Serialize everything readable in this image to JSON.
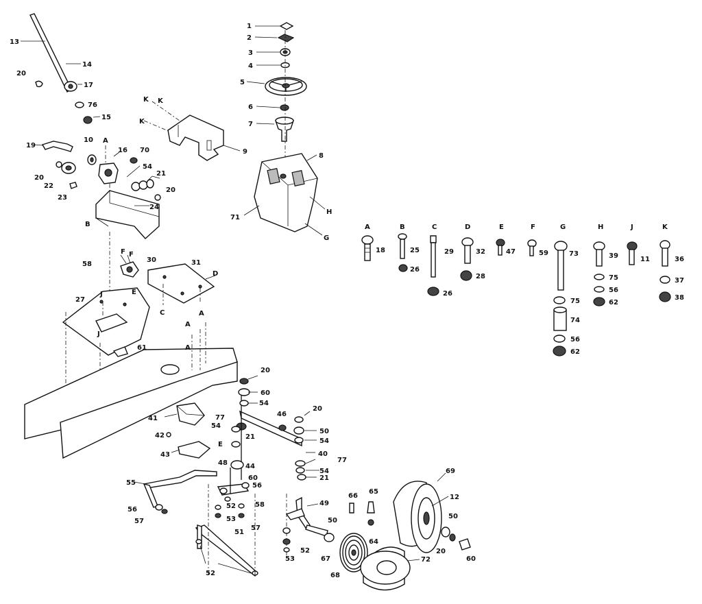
{
  "callouts": [
    {
      "id": "c1",
      "text": "1"
    },
    {
      "id": "c2",
      "text": "2"
    },
    {
      "id": "c3",
      "text": "3"
    },
    {
      "id": "c4",
      "text": "4"
    },
    {
      "id": "c5",
      "text": "5"
    },
    {
      "id": "c6",
      "text": "6"
    },
    {
      "id": "c7",
      "text": "7"
    },
    {
      "id": "c8",
      "text": "8"
    },
    {
      "id": "c9",
      "text": "9"
    },
    {
      "id": "c13",
      "text": "13"
    },
    {
      "id": "c14",
      "text": "14"
    },
    {
      "id": "c20a",
      "text": "20"
    },
    {
      "id": "c17",
      "text": "17"
    },
    {
      "id": "c76",
      "text": "76"
    },
    {
      "id": "c15",
      "text": "15"
    },
    {
      "id": "c19",
      "text": "19"
    },
    {
      "id": "c10",
      "text": "10"
    },
    {
      "id": "cA1",
      "text": "A"
    },
    {
      "id": "c16",
      "text": "16"
    },
    {
      "id": "c70",
      "text": "70"
    },
    {
      "id": "c54a",
      "text": "54"
    },
    {
      "id": "c21a",
      "text": "21"
    },
    {
      "id": "c20b",
      "text": "20"
    },
    {
      "id": "c20c",
      "text": "20"
    },
    {
      "id": "c22",
      "text": "22"
    },
    {
      "id": "c23",
      "text": "23"
    },
    {
      "id": "c24",
      "text": "24"
    },
    {
      "id": "cB1",
      "text": "B"
    },
    {
      "id": "c71",
      "text": "71"
    },
    {
      "id": "cH1",
      "text": "H"
    },
    {
      "id": "cG1",
      "text": "G"
    },
    {
      "id": "cK1",
      "text": "K"
    },
    {
      "id": "cK2",
      "text": "K"
    },
    {
      "id": "cK3",
      "text": "K"
    },
    {
      "id": "c58",
      "text": "58"
    },
    {
      "id": "cF1",
      "text": "F"
    },
    {
      "id": "cF2",
      "text": "F"
    },
    {
      "id": "c30",
      "text": "30"
    },
    {
      "id": "c31",
      "text": "31"
    },
    {
      "id": "cD1",
      "text": "D"
    },
    {
      "id": "cC1",
      "text": "C"
    },
    {
      "id": "c27",
      "text": "27"
    },
    {
      "id": "cJ1",
      "text": "J"
    },
    {
      "id": "cE1",
      "text": "E"
    },
    {
      "id": "cJ2",
      "text": "J"
    },
    {
      "id": "c61",
      "text": "61"
    },
    {
      "id": "cA2",
      "text": "A"
    },
    {
      "id": "cA3",
      "text": "A"
    },
    {
      "id": "cA4",
      "text": "A"
    },
    {
      "id": "hA",
      "text": "A"
    },
    {
      "id": "c18",
      "text": "18"
    },
    {
      "id": "hB",
      "text": "B"
    },
    {
      "id": "c25",
      "text": "25"
    },
    {
      "id": "c26a",
      "text": "26"
    },
    {
      "id": "hC",
      "text": "C"
    },
    {
      "id": "c29",
      "text": "29"
    },
    {
      "id": "c26b",
      "text": "26"
    },
    {
      "id": "hD",
      "text": "D"
    },
    {
      "id": "c32",
      "text": "32"
    },
    {
      "id": "c28",
      "text": "28"
    },
    {
      "id": "hE",
      "text": "E"
    },
    {
      "id": "c47",
      "text": "47"
    },
    {
      "id": "hF",
      "text": "F"
    },
    {
      "id": "c59",
      "text": "59"
    },
    {
      "id": "hG",
      "text": "G"
    },
    {
      "id": "c73",
      "text": "73"
    },
    {
      "id": "c75a",
      "text": "75"
    },
    {
      "id": "c74",
      "text": "74"
    },
    {
      "id": "c56a",
      "text": "56"
    },
    {
      "id": "c62a",
      "text": "62"
    },
    {
      "id": "hH",
      "text": "H"
    },
    {
      "id": "c39",
      "text": "39"
    },
    {
      "id": "c75b",
      "text": "75"
    },
    {
      "id": "c56b",
      "text": "56"
    },
    {
      "id": "c62b",
      "text": "62"
    },
    {
      "id": "hJ",
      "text": "J"
    },
    {
      "id": "c11",
      "text": "11"
    },
    {
      "id": "hK",
      "text": "K"
    },
    {
      "id": "c36",
      "text": "36"
    },
    {
      "id": "c37",
      "text": "37"
    },
    {
      "id": "c38",
      "text": "38"
    },
    {
      "id": "c20d",
      "text": "20"
    },
    {
      "id": "c60a",
      "text": "60"
    },
    {
      "id": "c54b",
      "text": "54"
    },
    {
      "id": "c46",
      "text": "46"
    },
    {
      "id": "c20e",
      "text": "20"
    },
    {
      "id": "c41",
      "text": "41"
    },
    {
      "id": "c77a",
      "text": "77"
    },
    {
      "id": "c54c",
      "text": "54"
    },
    {
      "id": "c50a",
      "text": "50"
    },
    {
      "id": "c54d",
      "text": "54"
    },
    {
      "id": "c21b",
      "text": "21"
    },
    {
      "id": "c42",
      "text": "42"
    },
    {
      "id": "cE2",
      "text": "E"
    },
    {
      "id": "c40",
      "text": "40"
    },
    {
      "id": "c77b",
      "text": "77"
    },
    {
      "id": "c43",
      "text": "43"
    },
    {
      "id": "c44",
      "text": "44"
    },
    {
      "id": "c54e",
      "text": "54"
    },
    {
      "id": "c21c",
      "text": "21"
    },
    {
      "id": "c48",
      "text": "48"
    },
    {
      "id": "c60b",
      "text": "60"
    },
    {
      "id": "c55",
      "text": "55"
    },
    {
      "id": "c56c",
      "text": "56"
    },
    {
      "id": "c52a",
      "text": "52"
    },
    {
      "id": "c58b",
      "text": "58"
    },
    {
      "id": "c53a",
      "text": "53"
    },
    {
      "id": "c57a",
      "text": "57"
    },
    {
      "id": "c56d",
      "text": "56"
    },
    {
      "id": "c57b",
      "text": "57"
    },
    {
      "id": "c51",
      "text": "51"
    },
    {
      "id": "c52b",
      "text": "52"
    },
    {
      "id": "c49",
      "text": "49"
    },
    {
      "id": "c66",
      "text": "66"
    },
    {
      "id": "c65",
      "text": "65"
    },
    {
      "id": "c50b",
      "text": "50"
    },
    {
      "id": "c52c",
      "text": "52"
    },
    {
      "id": "c53b",
      "text": "53"
    },
    {
      "id": "c67",
      "text": "67"
    },
    {
      "id": "c64",
      "text": "64"
    },
    {
      "id": "c68",
      "text": "68"
    },
    {
      "id": "c69",
      "text": "69"
    },
    {
      "id": "c12",
      "text": "12"
    },
    {
      "id": "c50c",
      "text": "50"
    },
    {
      "id": "c20f",
      "text": "20"
    },
    {
      "id": "c60c",
      "text": "60"
    },
    {
      "id": "c72",
      "text": "72"
    }
  ]
}
